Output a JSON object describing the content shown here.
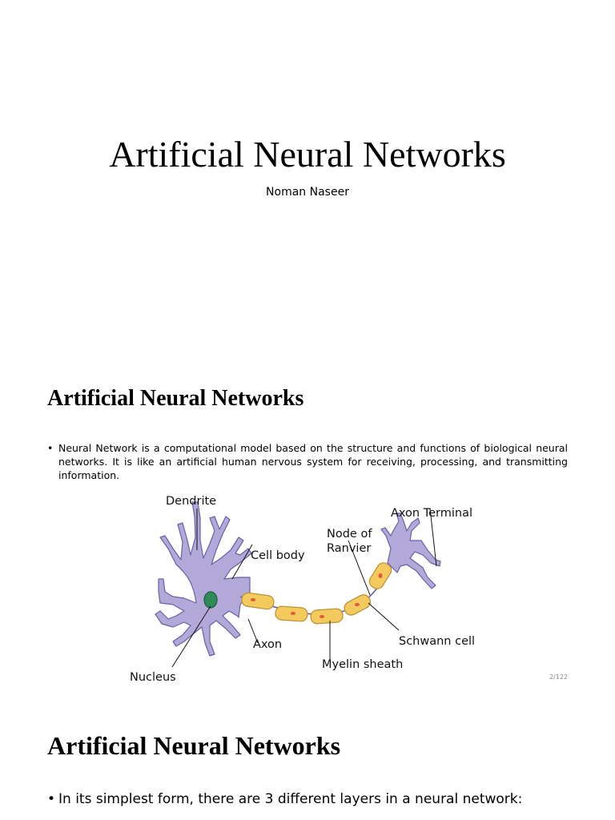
{
  "slide1": {
    "title": "Artificial Neural Networks",
    "author": "Noman Naseer"
  },
  "slide2": {
    "title": "Artificial Neural Networks",
    "bullet": "Neural Network is a computational model based on the structure and functions of biological neural networks. It is like an artificial human nervous system for receiving, processing, and transmitting information.",
    "diagram_labels": {
      "dendrite": "Dendrite",
      "cell_body": "Cell body",
      "node_of": "Node of",
      "ranvier": "Ranvier",
      "axon_terminal": "Axon Terminal",
      "schwann_cell": "Schwann cell",
      "axon": "Axon",
      "myelin_sheath": "Myelin sheath",
      "nucleus": "Nucleus"
    },
    "page_number": "2/122"
  },
  "slide3": {
    "title": "Artificial Neural Networks",
    "bullet": "In its simplest form, there are 3 different layers in a neural network:"
  },
  "colors": {
    "neuron_fill": "#b3a9d9",
    "neuron_stroke": "#6b5fa8",
    "myelin_fill": "#f4c95d",
    "myelin_stroke": "#b8902e",
    "nucleus_fill": "#2e8b57",
    "schwann_dot": "#e05a3a"
  }
}
